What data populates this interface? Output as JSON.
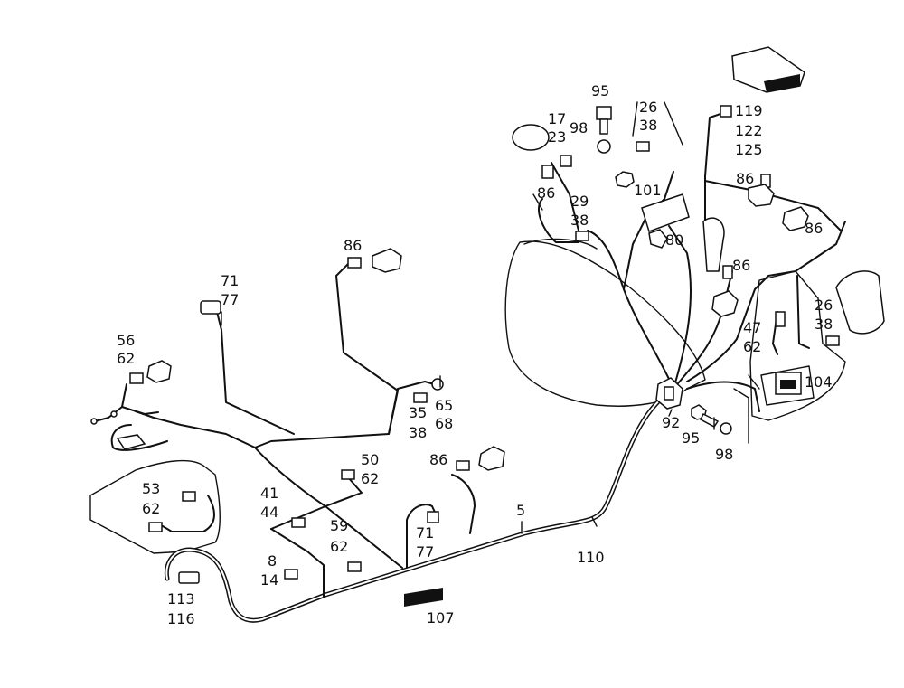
{
  "diagram": {
    "callouts": {
      "c95_top": "95",
      "c98_top": "98",
      "c17": "17",
      "c23": "23",
      "c26_top": "26",
      "c38_top": "38",
      "c119": "119",
      "c122": "122",
      "c125": "125",
      "c86_ra": "86",
      "c86_rb": "86",
      "c86_rc": "86",
      "c86_left": "86",
      "c86_mid": "86",
      "c29": "29",
      "c38_b": "38",
      "c101": "101",
      "c80": "80",
      "c26_r": "26",
      "c38_r": "38",
      "c47": "47",
      "c62_r": "62",
      "c104": "104",
      "c92": "92",
      "c95_b": "95",
      "c98_b": "98",
      "c71_a": "71",
      "c77_a": "77",
      "c56": "56",
      "c62_a": "62",
      "c65": "65",
      "c68": "68",
      "c35": "35",
      "c38_c": "38",
      "c50": "50",
      "c62_b": "62",
      "c53": "53",
      "c62_c": "62",
      "c41": "41",
      "c44": "44",
      "c59": "59",
      "c62_d": "62",
      "c71_b": "71",
      "c77_b": "77",
      "c5": "5",
      "c110": "110",
      "c8": "8",
      "c14": "14",
      "c113": "113",
      "c116": "116",
      "c107": "107"
    }
  }
}
